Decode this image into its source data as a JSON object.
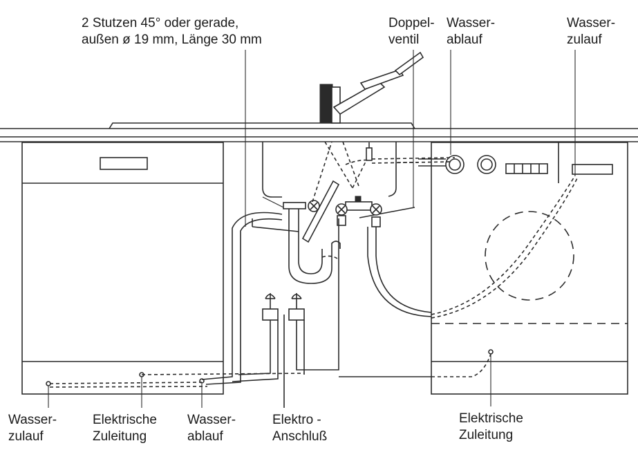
{
  "labels": {
    "stutzen": "2 Stutzen 45° oder gerade,\naußen ø 19 mm, Länge 30 mm",
    "doppelventil": "Doppel-\nventil",
    "wasserablauf_top": "Wasser-\nablauf",
    "wasserzulauf_top": "Wasser-\nzulauf",
    "wasserzulauf_bottom": "Wasser-\nzulauf",
    "elektrische_zuleitung_left": "Elektrische\nZuleitung",
    "wasserablauf_bottom": "Wasser-\nablauf",
    "elektro_anschluss": "Elektro -\nAnschluß",
    "elektrische_zuleitung_right": "Elektrische\nZuleitung"
  },
  "icons": [
    "faucet-icon",
    "dishwasher",
    "washing-machine",
    "siphon",
    "double-valve",
    "socket-icon"
  ]
}
